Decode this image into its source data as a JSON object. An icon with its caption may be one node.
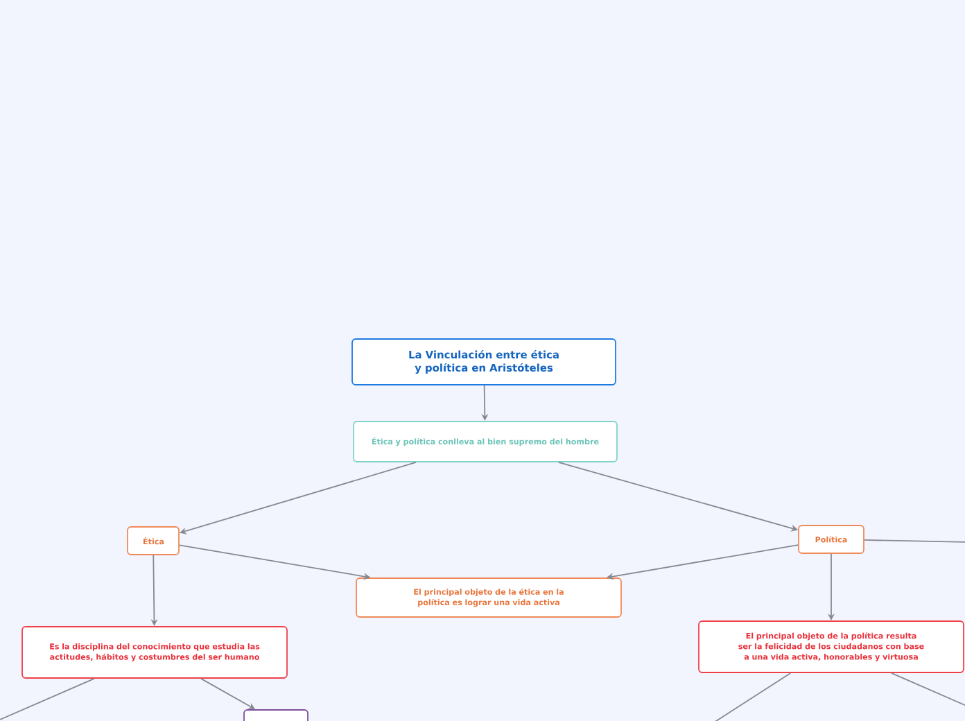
{
  "diagram": {
    "nodes": [
      {
        "text": [
          "La Vinculación entre ética y política en Aristóteles"
        ]
      },
      {
        "text": [
          "Ética y política conlleva al bien supremo del hombre"
        ]
      },
      {
        "text": [
          "Ética"
        ]
      },
      {
        "text": [
          "Política"
        ]
      },
      {
        "text": [
          "El principal objeto de la ética en la política es lograr una vida activa"
        ]
      },
      {
        "text": [
          "Es la disciplina del conocimiento que estudia las actitudes, hábitos y costumbres del ser humano"
        ]
      },
      {
        "text": [
          "El principal objeto de la política resulta ser la felicidad de los ciudadanos con base a una vida activa, honorables y virtuosa"
        ]
      },
      {
        "text": [],
        "shape": "box"
      }
    ],
    "edges": [
      {
        "from": 0,
        "to": 1,
        "arrow": "to"
      },
      {
        "from": 1,
        "to": 2,
        "arrow": "to"
      },
      {
        "from": 1,
        "to": 3,
        "arrow": "to"
      },
      {
        "from": 2,
        "to": 4,
        "arrow": "to"
      },
      {
        "from": 3,
        "to": 4,
        "arrow": "to"
      },
      {
        "from": 2,
        "to": 5,
        "arrow": "to"
      },
      {
        "from": 5,
        "to": 7,
        "arrow": "to"
      },
      {
        "from": 5,
        "to": null,
        "arrow": "none"
      },
      {
        "from": 3,
        "to": 6,
        "arrow": "to"
      },
      {
        "from": 6,
        "to": null,
        "arrow": "none"
      },
      {
        "from": 6,
        "to": null,
        "arrow": "none"
      },
      {
        "from": 3,
        "to": null,
        "arrow": "none"
      }
    ]
  }
}
